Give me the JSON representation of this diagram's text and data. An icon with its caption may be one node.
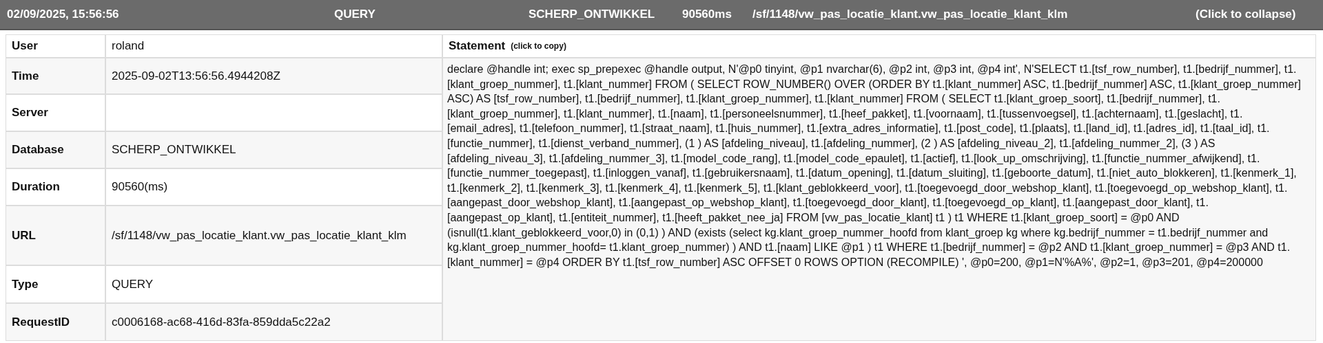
{
  "diagram": {
    "labels": [
      "02/09/2025, 15:56:56",
      "QUERY",
      "SCHERP_ONTWIKKEL",
      "90560ms",
      "/sf/1148/vw_pas_locatie_klant.vw_pas_locatie_klant_klm",
      "(Click to collapse)",
      "User",
      "roland",
      "Statement",
      "(click to copy)",
      "Time",
      "2025-09-02T13:56:56.4944208Z",
      "declare @handle int; exec sp_prepexec @handle output, N'@p0 tinyint, @p1 nvarchar(6), @p2 int, @p3 int, @p4 int', N'SELECT t1.[tsf_row_number], t1.[bedrijf_nummer], t1.[klant_groep_nummer], t1.[klant_nummer] FROM ( SELECT ROW_NUMBER() OVER (ORDER BY t1.[klant_nummer] ASC, t1.[bedrijf_nummer] ASC, t1.[klant_groep_nummer] ASC) AS [tsf_row_number], t1.[bedrijf_nummer], t1.[klant_groep_nummer], t1.[klant_nummer] FROM ( SELECT t1.[klant_groep_soort], t1.[bedrijf_nummer], t1.[klant_groep_nummer], t1.[klant_nummer], t1.[naam], t1.[personeelsnummer], t1.[heef_pakket], t1.[voornaam], t1.[tussenvoegsel], t1.[achternaam], t1.[geslacht], t1.[email_adres], t1.[telefoon_nummer], t1.[straat_naam], t1.[huis_nummer], t1.[extra_adres_informatie], t1.[post_code], t1.[plaats], t1.[land_id], t1.[adres_id], t1.[taal_id], t1.[functie_nummer], t1.[dienst_verband_nummer], (1 ) AS [afdeling_niveau], t1.[afdeling_nummer], (2 ) AS [afdeling_niveau_2], t1.[afdeling_nummer_2], (3 ) AS [afdeling_niveau_3], t1.[afdeling_nummer_3], t1.[model_code_rang], t1.[model_code_epaulet], t1.[actief], t1.[look_up_omschrijving], t1.[functie_nummer_afwijkend], t1.[functie_nummer_toegepast], t1.[inloggen_vanaf], t1.[gebruikersnaam], t1.[datum_opening], t1.[datum_sluiting], t1.[geboorte_datum], t1.[niet_auto_blokkeren], t1.[kenmerk_1], t1.[kenmerk_2], t1.[kenmerk_3], t1.[kenmerk_4], t1.[kenmerk_5], t1.[klant_geblokkeerd_voor], t1.[toegevoegd_door_webshop_klant], t1.[toegevoegd_op_webshop_klant], t1.[aangepast_door_webshop_klant], t1.[aangepast_op_webshop_klant], t1.[toegevoegd_door_klant], t1.[toegevoegd_op_klant], t1.[aangepast_door_klant], t1.[aangepast_op_klant], t1.[entiteit_nummer], t1.[heeft_pakket_nee_ja] FROM [vw_pas_locatie_klant] t1 ) t1 WHERE t1.[klant_groep_soort] = @p0 AND (isnull(t1.klant_geblokkeerd_voor,0) in (0,1) ) AND (exists (select kg.klant_groep_nummer_hoofd from klant_groep kg where kg.bedrijf_nummer = t1.bedrijf_nummer and kg.klant_groep_nummer_hoofd= t1.klant_groep_nummer) ) AND t1.[naam] LIKE @p1 ) t1 WHERE t1.[bedrijf_nummer] = @p2 AND t1.[klant_groep_nummer] = @p3 AND t1.[klant_nummer] = @p4 ORDER BY t1.[tsf_row_number] ASC OFFSET 0 ROWS OPTION (RECOMPILE) ', @p0=200, @p1=N'%A%', @p2=1, @p3=201, @p4=200000",
      "Server",
      "Database",
      "SCHERP_ONTWIKKEL",
      "Duration",
      "90560(ms)",
      "URL",
      "/sf/1148/vw_pas_locatie_klant.vw_pas_locatie_klant_klm",
      "Type",
      "QUERY",
      "RequestID",
      "c0006168-ac68-416d-83fa-859dda5c22a2"
    ]
  }
}
